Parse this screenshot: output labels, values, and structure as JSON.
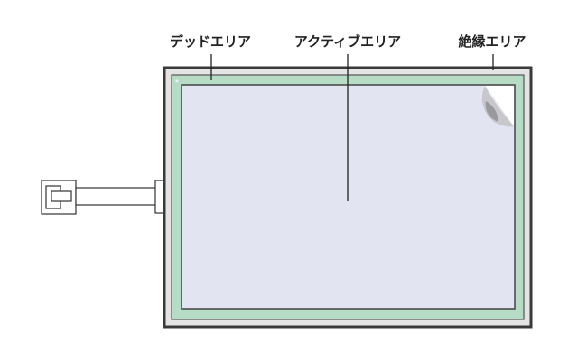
{
  "labels": {
    "dead_area": "デッドエリア",
    "active_area": "アクティブエリア",
    "insulation_area": "絶縁エリア"
  },
  "colors": {
    "frame": "#e4e4e4",
    "border": "#3a3a3a",
    "dead_area": "#b7dcc6",
    "active_area": "#e2e5f1"
  }
}
